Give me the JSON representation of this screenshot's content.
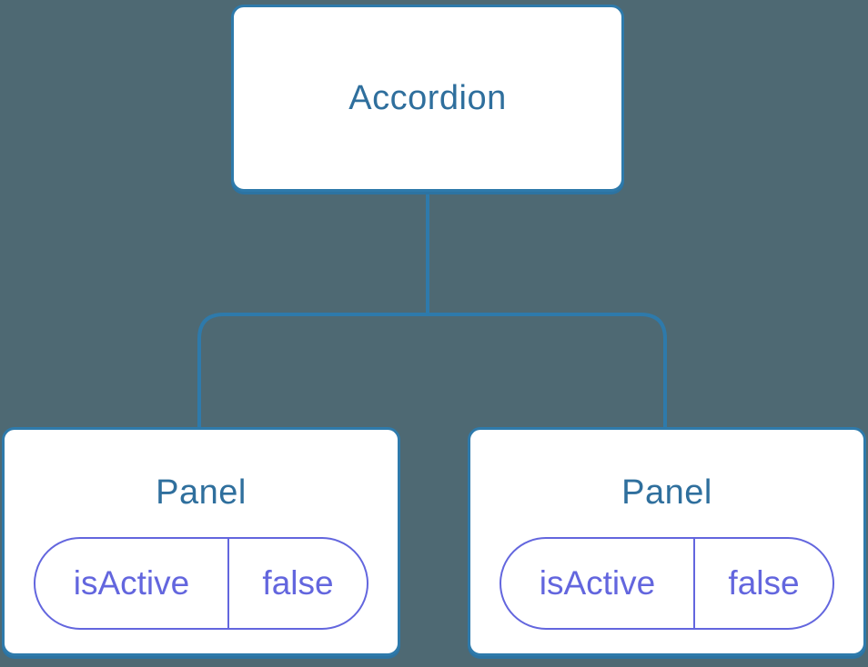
{
  "diagram": {
    "description": "Component tree diagram: Accordion parent with two Panel children, each holding local isActive state",
    "root": {
      "label": "Accordion"
    },
    "children": [
      {
        "label": "Panel",
        "state": {
          "key": "isActive",
          "value": "false"
        }
      },
      {
        "label": "Panel",
        "state": {
          "key": "isActive",
          "value": "false"
        }
      }
    ],
    "colors": {
      "background": "#4e6973",
      "node_fill": "#ffffff",
      "node_border": "#2e7aab",
      "connector_line": "#2e7aab",
      "title_text": "#2f6f9d",
      "state_text": "#6366de",
      "state_pill_border": "#6366de"
    }
  }
}
